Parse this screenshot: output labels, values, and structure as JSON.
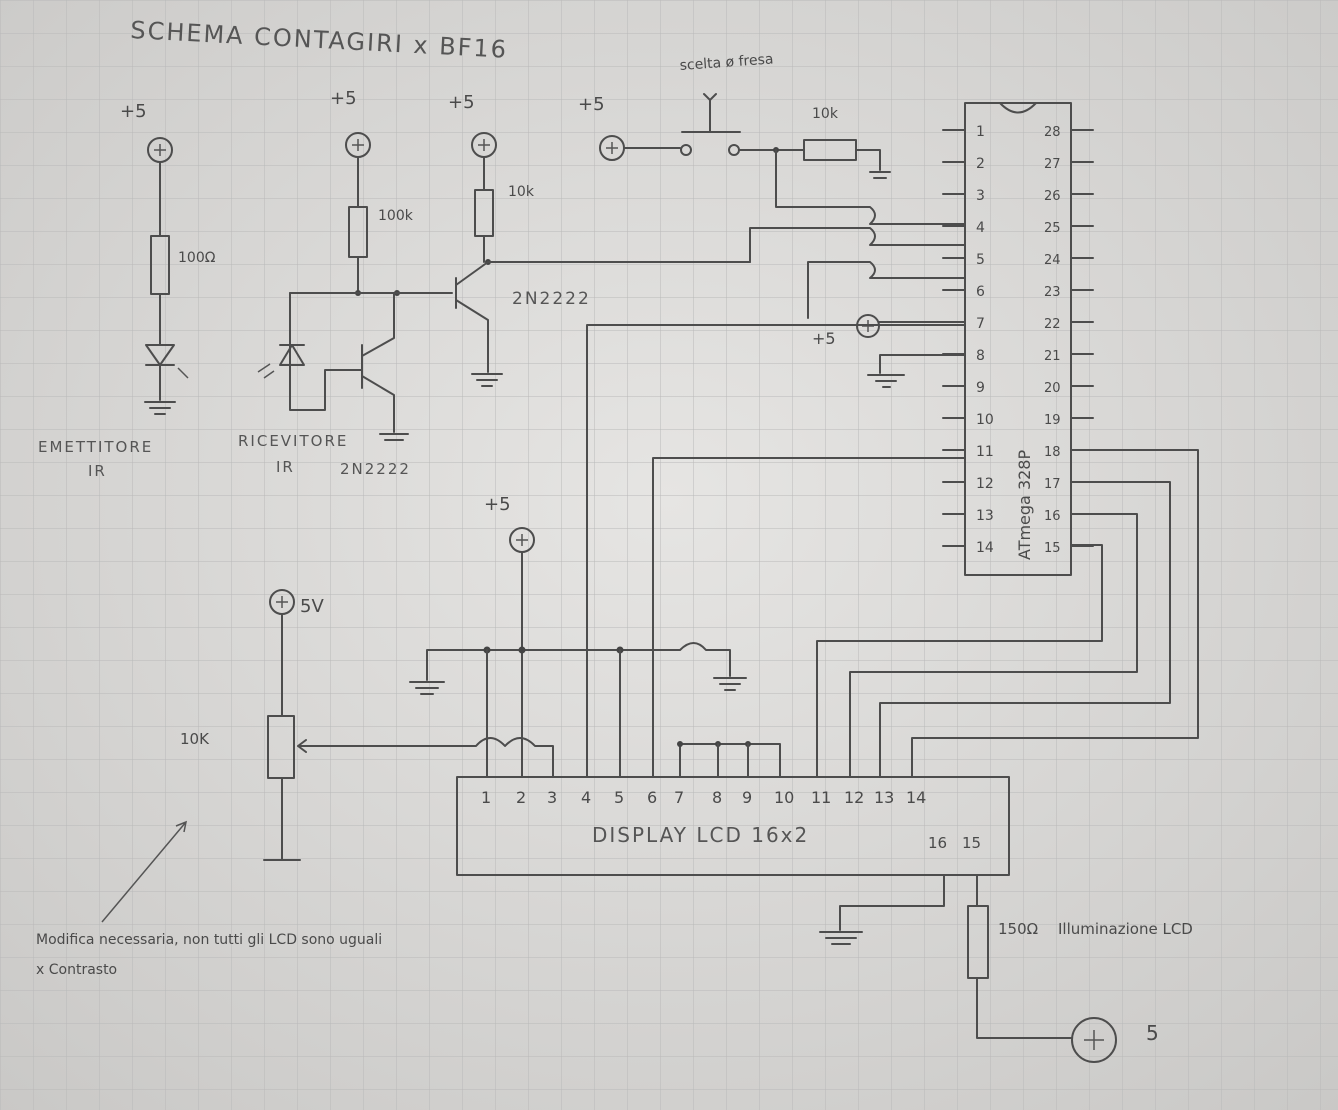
{
  "title": "SCHEMA CONTAGIRI x BF16",
  "selector": {
    "label": "scelta ø fresa",
    "supply": "+5",
    "resistor": "10k"
  },
  "emitter": {
    "supply": "+5",
    "resistor": "100Ω",
    "label_line1": "EMETTITORE",
    "label_line2": "IR"
  },
  "receiver": {
    "supply": "+5",
    "resistor": "100k",
    "label_line1": "RICEVITORE",
    "label_line2": "IR",
    "transistor": "2N2222"
  },
  "amp_stage": {
    "supply": "+5",
    "resistor": "10k",
    "transistor": "2N2222"
  },
  "mcu": {
    "left_pins": [
      "1",
      "2",
      "3",
      "4",
      "5",
      "6",
      "7",
      "8",
      "9",
      "10",
      "11",
      "12",
      "13",
      "14"
    ],
    "right_pins": [
      "28",
      "27",
      "26",
      "25",
      "24",
      "23",
      "22",
      "21",
      "20",
      "19",
      "18",
      "17",
      "16",
      "15"
    ],
    "name": "ATmega 328P",
    "vcc_label": "+5"
  },
  "lcd": {
    "name": "DISPLAY LCD 16x2",
    "pins_top": [
      "1",
      "2",
      "3",
      "4",
      "5",
      "6",
      "7",
      "8",
      "9",
      "10",
      "11",
      "12",
      "13",
      "14"
    ],
    "pins_bottom": [
      "16",
      "15"
    ],
    "supply": "+5"
  },
  "contrast": {
    "supply": "5V",
    "resistor": "10K"
  },
  "backlight": {
    "resistor": "150Ω",
    "label": "Illuminazione LCD",
    "supply": "5"
  },
  "notes": {
    "line1": "Modifica necessaria, non tutti gli LCD sono uguali",
    "line2": "x Contrasto"
  }
}
